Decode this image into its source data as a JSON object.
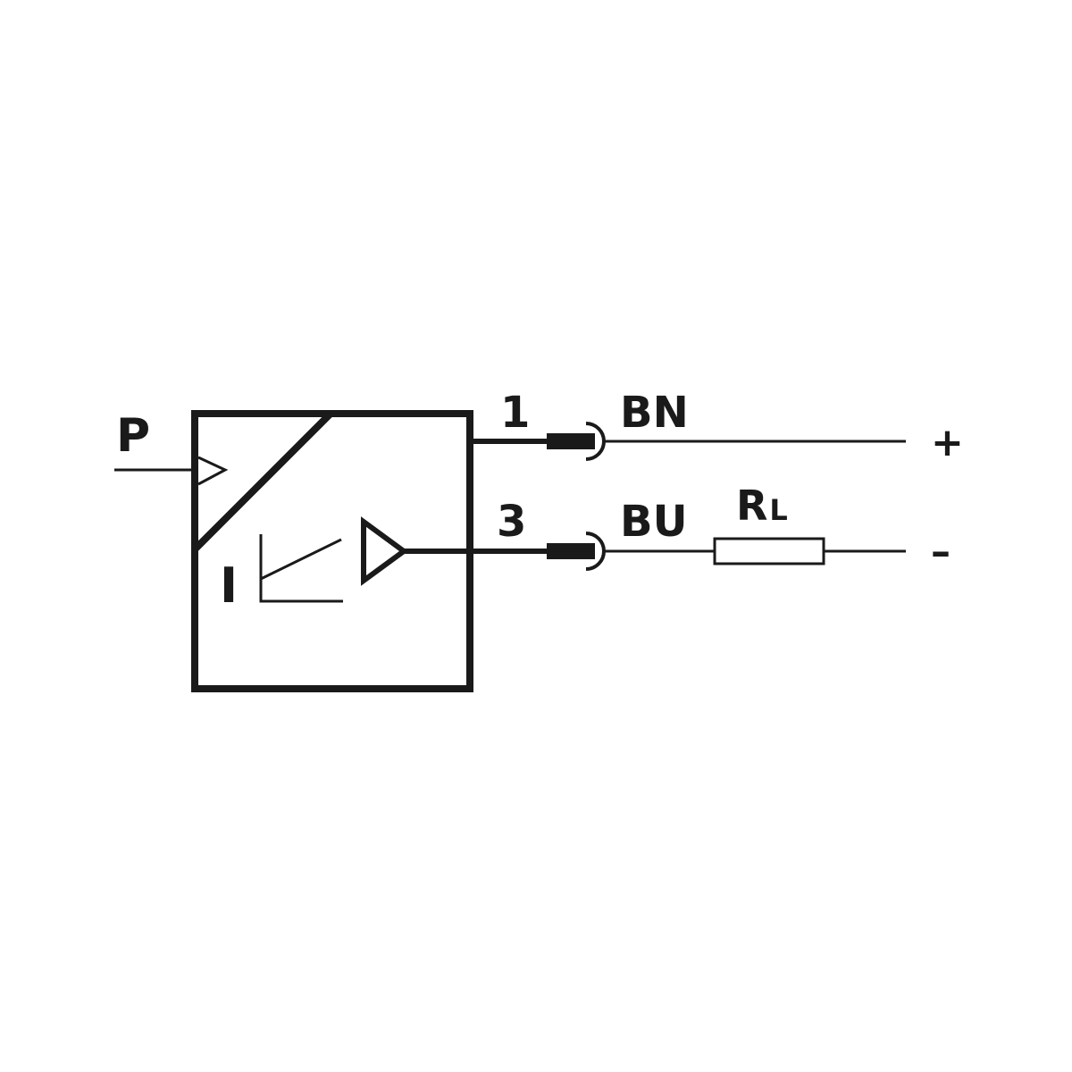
{
  "diagram": {
    "input_label": "P",
    "current_label": "I",
    "pins": {
      "pin1": {
        "number": "1",
        "wire": "BN",
        "polarity": "+"
      },
      "pin3": {
        "number": "3",
        "wire": "BU",
        "polarity": "–"
      }
    },
    "load": {
      "symbol": "R",
      "subscript": "L"
    }
  },
  "colors": {
    "ink": "#1a1a1a",
    "background": "#ffffff"
  }
}
